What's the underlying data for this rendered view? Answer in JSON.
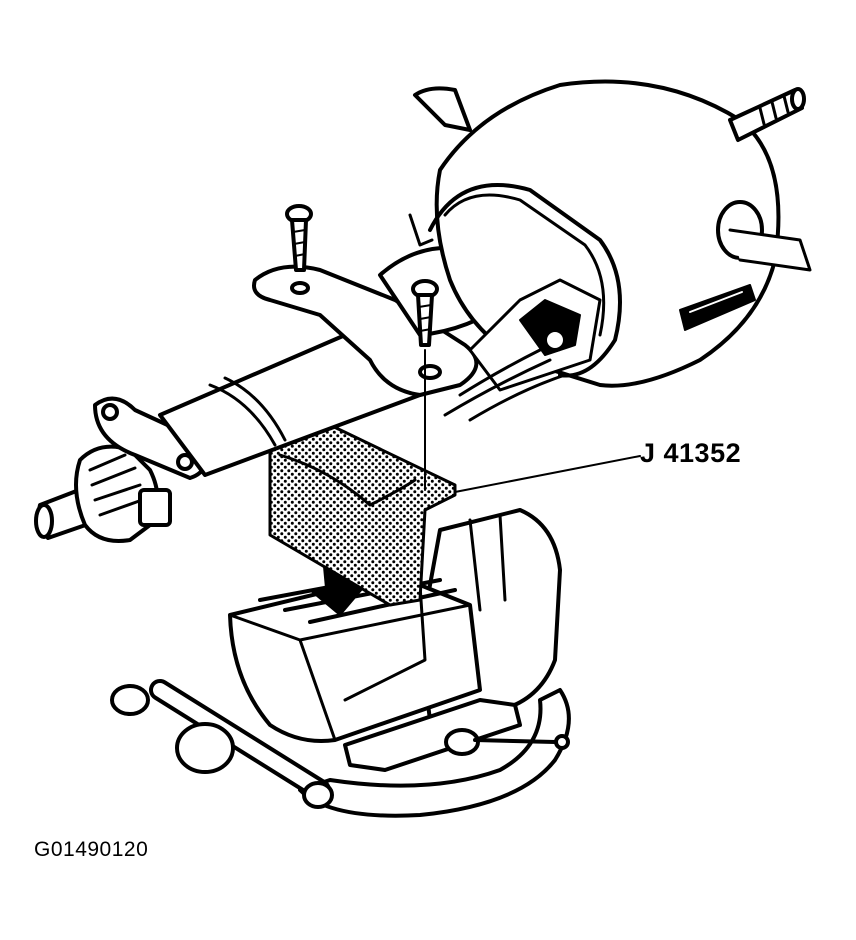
{
  "callout": {
    "tool_label": "J 41352"
  },
  "figure": {
    "code": "G01490120"
  },
  "colors": {
    "ink": "#000000",
    "paper": "#ffffff"
  },
  "parts": [
    "steering-column",
    "upper-housing",
    "mounting-bracket",
    "mounting-bolt",
    "holding-fixture",
    "bench-vise",
    "insertion-arrow"
  ]
}
